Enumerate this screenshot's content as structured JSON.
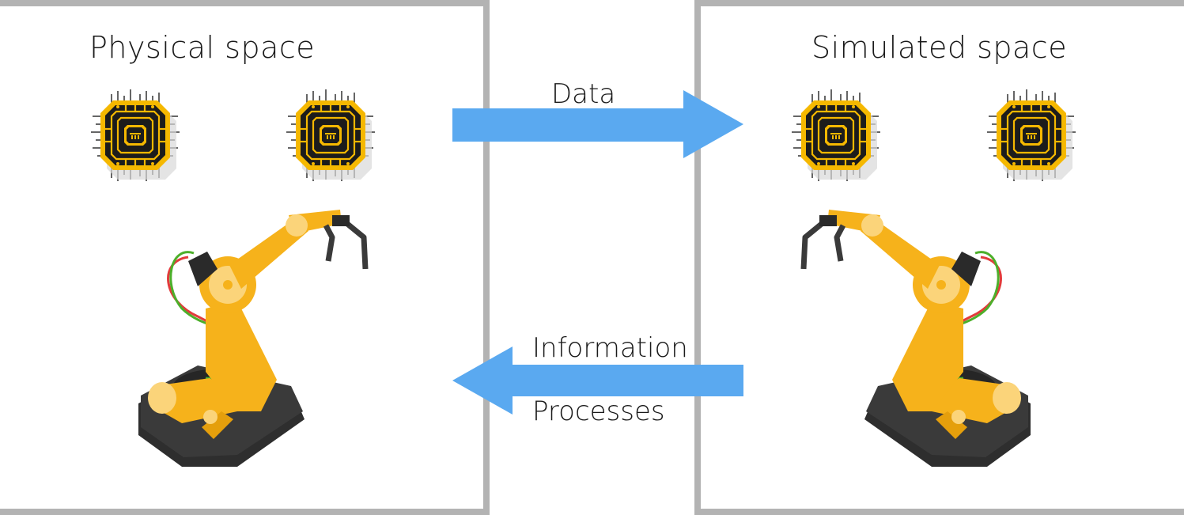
{
  "panels": {
    "physical": {
      "title": "Physical space"
    },
    "simulated": {
      "title": "Simulated space"
    }
  },
  "flows": {
    "to_simulated": {
      "label": "Data"
    },
    "to_physical": {
      "label_top": "Information",
      "label_bottom": "Processes"
    }
  },
  "icons": [
    "chip-icon",
    "robot-arm-icon"
  ],
  "colors": {
    "border": "#b3b3b3",
    "arrow": "#5aa9f0",
    "chip_gold": "#f5b800",
    "chip_dark": "#1c1c1c",
    "robot_orange": "#f6b21b",
    "robot_base": "#2e2e2e"
  }
}
